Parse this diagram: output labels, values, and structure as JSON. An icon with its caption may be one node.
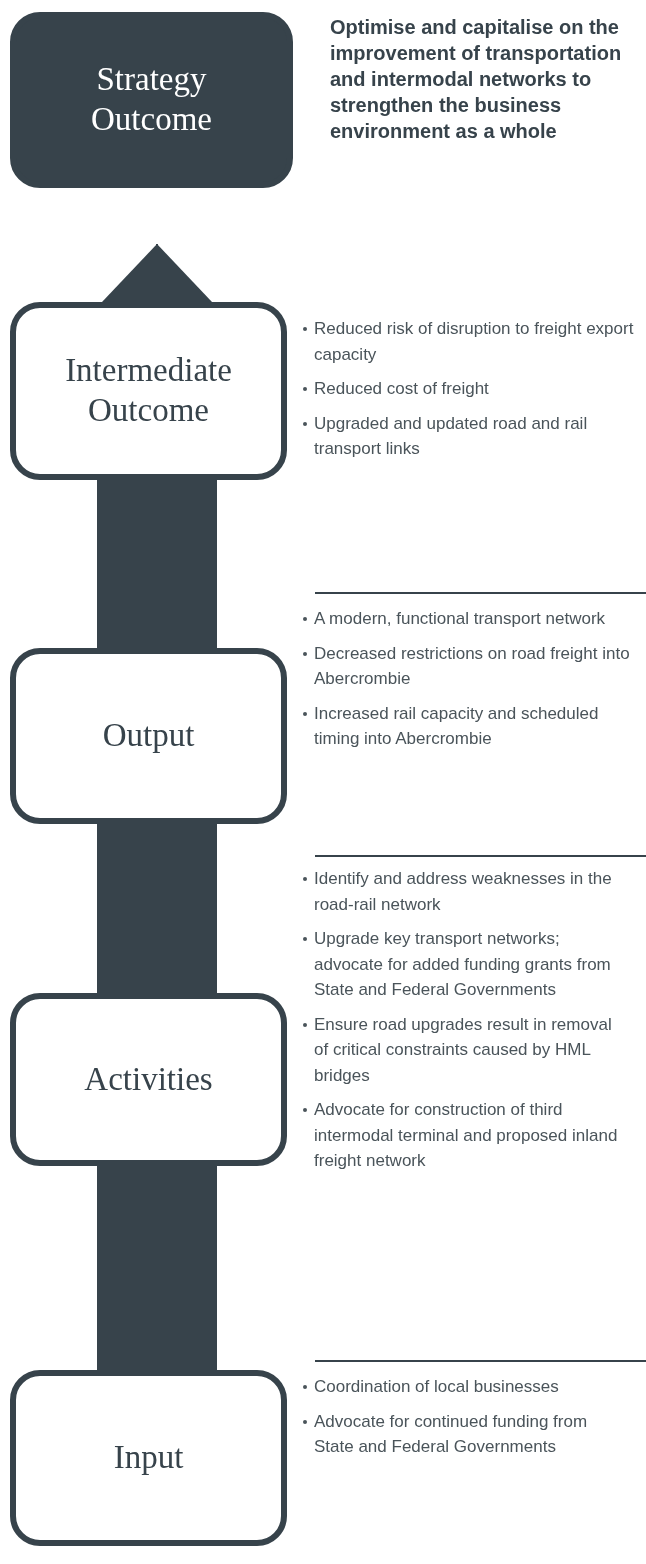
{
  "diagram": {
    "nodes": [
      {
        "text": [
          "Strategy Outcome"
        ],
        "beside": [
          "Optimise and capitalise on the improvement of transportation and intermodal networks to strengthen the business environment as a whole"
        ]
      },
      {
        "text": [
          "Intermediate Outcome"
        ],
        "beside": [
          "Reduced risk of disruption to freight export capacity",
          "Reduced cost of freight",
          "Upgraded and updated road and rail transport links"
        ]
      },
      {
        "text": [
          "Output"
        ],
        "beside": [
          "A modern, functional transport network",
          "Decreased restrictions on road freight into Abercrombie",
          "Increased rail capacity and scheduled timing into Abercrombie"
        ]
      },
      {
        "text": [
          "Activities"
        ],
        "beside": [
          "Identify and address weaknesses in the road-rail network",
          "Upgrade key transport networks; advocate for added funding grants from State and Federal Governments",
          "Ensure road upgrades result in removal of critical constraints caused by HML bridges",
          "Advocate for construction of third intermodal terminal and proposed inland freight network"
        ]
      },
      {
        "text": [
          "Input"
        ],
        "beside": [
          "Coordination of local businesses",
          "Advocate for continued funding from State and Federal Governments"
        ]
      }
    ],
    "edges": [
      {
        "from": 4,
        "to": 3,
        "arrow": "none"
      },
      {
        "from": 3,
        "to": 2,
        "arrow": "none"
      },
      {
        "from": 2,
        "to": 1,
        "arrow": "none"
      },
      {
        "from": 1,
        "to": null,
        "arrow": "to"
      }
    ]
  }
}
